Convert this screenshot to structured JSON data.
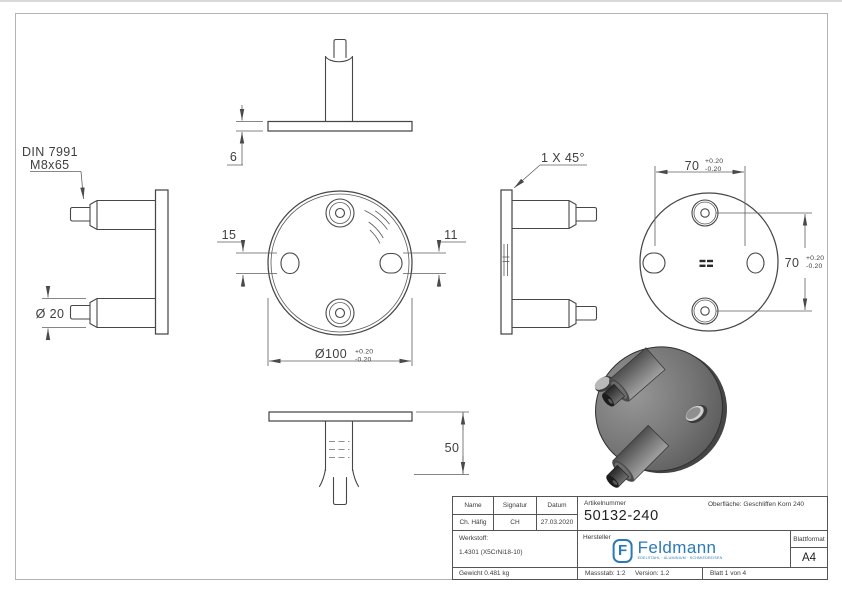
{
  "drawing": {
    "labels": {
      "din_line1": "DIN 7991",
      "din_line2": "M8x65",
      "diameter_20": "Ø 20",
      "chamfer": "1 X 45°"
    },
    "dims": {
      "plate_thickness": "6",
      "slot_left": "15",
      "slot_right": "11",
      "plate_diameter": "Ø100",
      "hole_spacing": "70",
      "post_length": "50",
      "tol_plus": "+0.20",
      "tol_minus": "-0.20"
    }
  },
  "title_block": {
    "name_label": "Name",
    "signatur_label": "Signatur",
    "datum_label": "Datum",
    "name_value": "Ch. Häfig",
    "signatur_value": "CH",
    "datum_value": "27.03.2020",
    "artikelnummer_label": "Artikelnummer",
    "artikelnummer_value": "50132-240",
    "oberflaeche": "Oberfläche:  Geschliffen Korn 240",
    "werkstoff_label": "Werkstoff:",
    "werkstoff_value": "1.4301 (X5CrNi18-10)",
    "hersteller_label": "Hersteller",
    "blattformat_label": "Blattformat",
    "blattformat_value": "A4",
    "gewicht": "Gewicht 0.481 kg",
    "massstab": "Massstab: 1:2",
    "version": "Version: 1.2",
    "blatt": "Blatt 1 von 4",
    "logo": {
      "monogram": "F",
      "wordmark": "Feldmann",
      "tagline": "EDELSTAHL · ALUMINIUM · SCHMIEDEEISEN"
    }
  },
  "colors": {
    "logo_blue": "#2b7ab8",
    "line": "#474747"
  }
}
